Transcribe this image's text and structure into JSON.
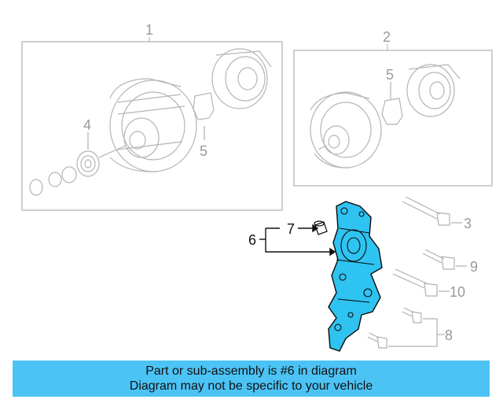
{
  "callouts": {
    "c1": "1",
    "c2": "2",
    "c3": "3",
    "c4": "4",
    "c5a": "5",
    "c5b": "5",
    "c6": "6",
    "c7": "7",
    "c8": "8",
    "c9": "9",
    "c10": "10"
  },
  "banner": {
    "line1": "Part or sub-assembly is #6 in diagram",
    "line2": "Diagram may not be specific to your vehicle"
  },
  "colors": {
    "banner_bg": "#4cc3f5",
    "highlight_part": "#2ec3f0",
    "line_gray": "#b0b0b0",
    "line_dark": "#111111"
  }
}
